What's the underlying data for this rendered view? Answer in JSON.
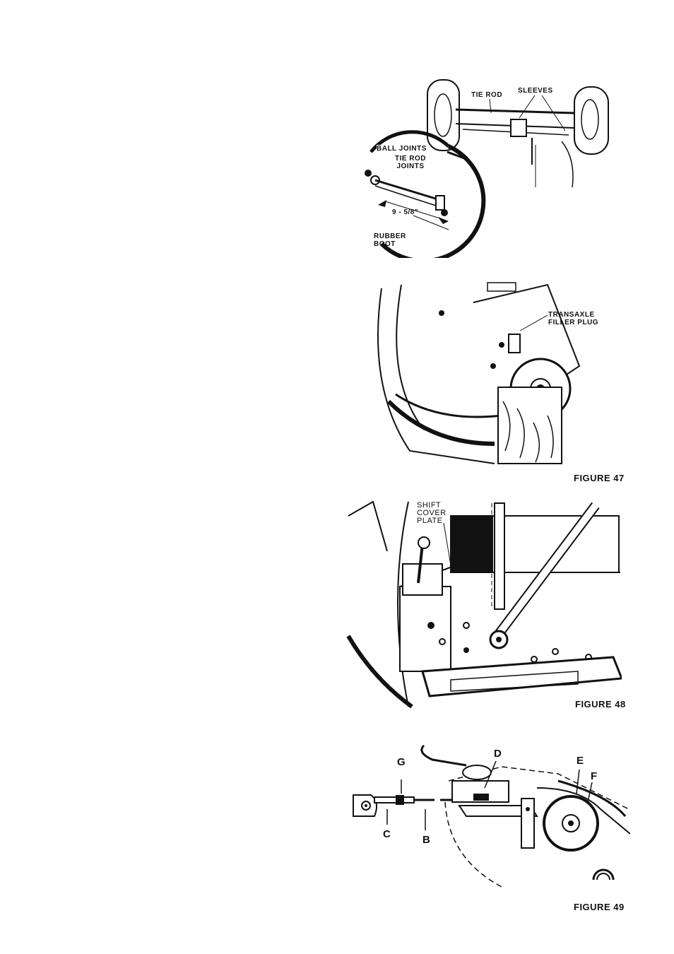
{
  "figures": {
    "steering": {
      "labels": {
        "tie_rod": "TIE ROD",
        "sleeves": "SLEEVES",
        "ball_joints": "BALL JOINTS",
        "tie_rod_joints": "TIE ROD JOINTS",
        "dimension": "9 - 5/8\"",
        "rubber_boot": "RUBBER BOOT"
      }
    },
    "figure47": {
      "caption": "FIGURE 47",
      "labels": {
        "transaxle_filler_plug": "TRANSAXLE FILLER PLUG"
      }
    },
    "figure48": {
      "caption": "FIGURE 48",
      "labels": {
        "shift_cover_plate": "SHIFT COVER PLATE"
      }
    },
    "figure49": {
      "caption": "FIGURE 49",
      "labels": {
        "b": "B",
        "c": "C",
        "d": "D",
        "e": "E",
        "f": "F",
        "g": "G"
      }
    }
  }
}
